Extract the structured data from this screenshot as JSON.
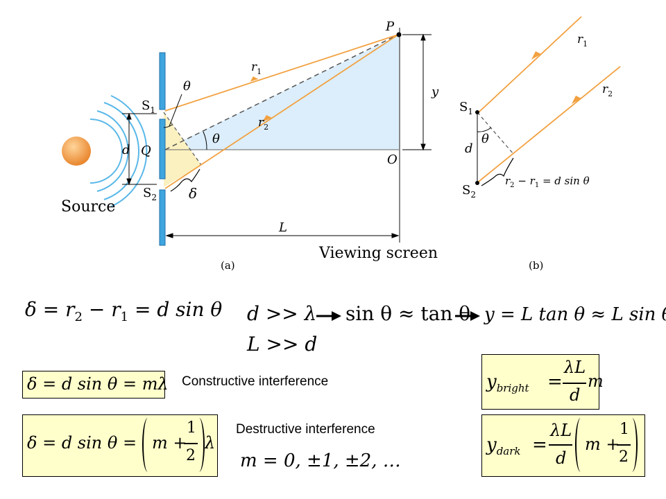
{
  "diagram_a": {
    "source_label": "Source",
    "s1": "S",
    "s1_sub": "1",
    "s2": "S",
    "s2_sub": "2",
    "q": "Q",
    "d": "d",
    "theta_top": "θ",
    "theta_center": "θ",
    "delta": "δ",
    "r1": "r",
    "r1_sub": "1",
    "r2": "r",
    "r2_sub": "2",
    "p": "P",
    "y": "y",
    "o": "O",
    "l": "L",
    "screen_label": "Viewing screen",
    "caption": "(a)",
    "colors": {
      "slit": "#3fa5df",
      "ray": "#f2a140",
      "triangle": "#dceefb",
      "yellow": "#fbf1c0",
      "source": "#f5a54a"
    }
  },
  "diagram_b": {
    "s1": "S",
    "s1_sub": "1",
    "s2": "S",
    "s2_sub": "2",
    "d": "d",
    "theta": "θ",
    "r1": "r",
    "r1_sub": "1",
    "r2": "r",
    "r2_sub": "2",
    "relation_prefix": "r",
    "relation_sub2": "2",
    "relation_mid": " − r",
    "relation_sub1": "1",
    "relation_rest": " = d sin θ",
    "caption": "(b)"
  },
  "equations": {
    "path_diff": {
      "lhs": "δ = r",
      "sub2": "2",
      "mid": " − r",
      "sub1": "1",
      "rhs": " = d sin θ"
    },
    "cond1": "d >> λ",
    "cond2": "L >> d",
    "approx1": "sin θ ≈ tan θ",
    "approx2": "y = L tan θ ≈ L sin θ",
    "constructive": "δ = d sin θ = mλ",
    "constructive_label": "Constructive interference",
    "destructive_lhs": "δ = d sin θ =",
    "destructive_m": "m +",
    "frac_num": "1",
    "frac_den": "2",
    "lambda": "λ",
    "destructive_label": "Destructive interference",
    "m_values": "m = 0, ±1, ±2, …",
    "y_bright": "y",
    "y_bright_sub": "bright",
    "bright_num": "λL",
    "bright_den": "d",
    "bright_m": "m",
    "y_dark": "y",
    "y_dark_sub": "dark",
    "dark_num": "λL",
    "dark_den": "d",
    "eq_sign": "="
  }
}
